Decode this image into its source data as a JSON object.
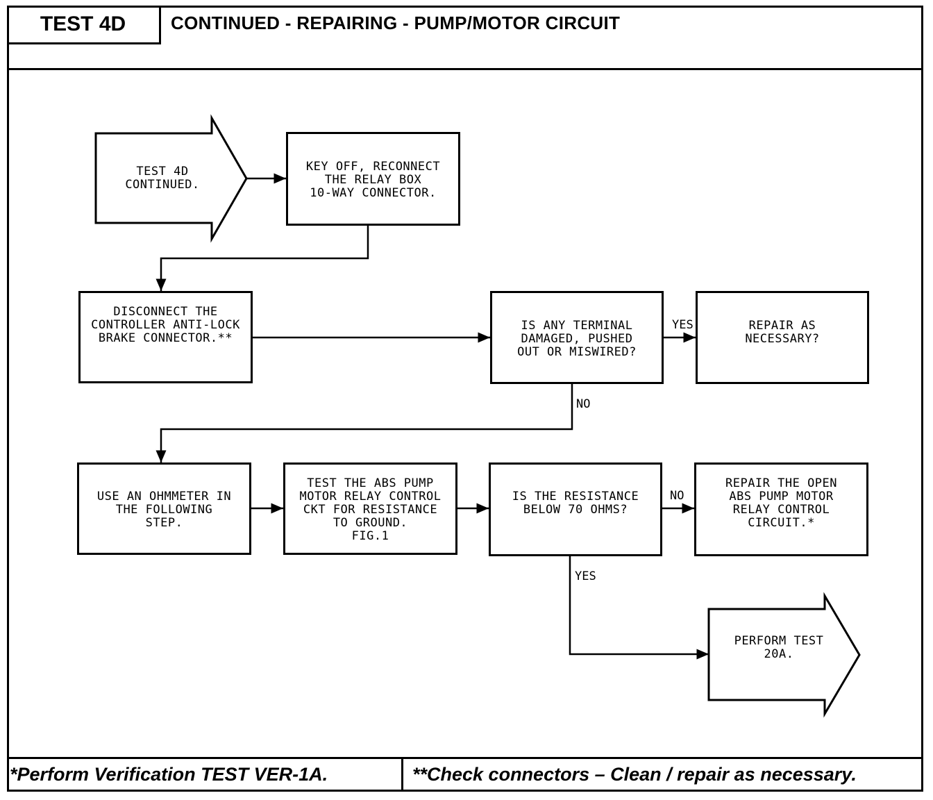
{
  "header": {
    "test_id": "TEST 4D",
    "title": "CONTINUED - REPAIRING - PUMP/MOTOR CIRCUIT"
  },
  "flow": {
    "start": "TEST 4D\nCONTINUED.",
    "step_reconnect": "KEY OFF, RECONNECT\nTHE RELAY BOX\n10-WAY CONNECTOR.",
    "step_disconnect": "DISCONNECT THE\nCONTROLLER ANTI-LOCK\nBRAKE CONNECTOR.**",
    "q_terminal": "IS ANY TERMINAL\nDAMAGED, PUSHED\nOUT OR MISWIRED?",
    "repair_as_necessary": "REPAIR AS\nNECESSARY?",
    "step_ohmmeter": "USE AN OHMMETER IN\nTHE FOLLOWING\nSTEP.",
    "step_test_relay": "TEST THE ABS PUMP\nMOTOR RELAY CONTROL\nCKT FOR RESISTANCE\nTO GROUND.\nFIG.1",
    "q_resistance": "IS THE RESISTANCE\nBELOW 70 OHMS?",
    "repair_open": "REPAIR THE OPEN\nABS PUMP MOTOR\nRELAY CONTROL\nCIRCUIT.*",
    "end": "PERFORM TEST\n20A."
  },
  "labels": {
    "yes_terminal": "YES",
    "no_terminal": "NO",
    "no_resistance": "NO",
    "yes_resistance": "YES"
  },
  "footer": {
    "left_note": "*Perform Verification TEST VER-1A.",
    "right_note": "**Check connectors – Clean / repair as necessary."
  }
}
